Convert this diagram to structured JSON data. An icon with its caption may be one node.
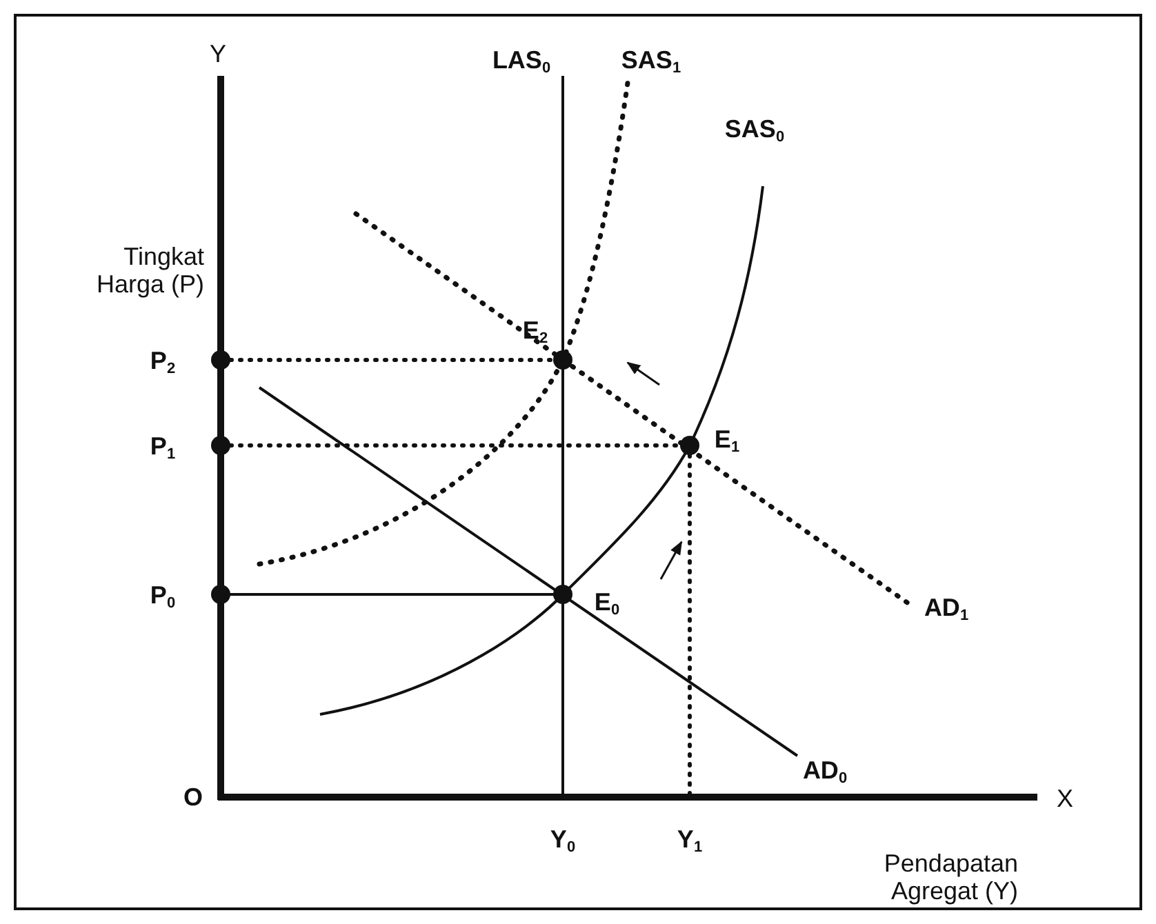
{
  "diagram": {
    "labels": [
      "Y",
      "LAS$_{0}$",
      "SAS$_{1}$",
      "SAS$_{0}$",
      "Tingkat Harga (P)",
      "E$_{2}$",
      "P$_{2}$",
      "P$_{1}$",
      "E$_{1}$",
      "P$_{0}$",
      "E$_{0}$",
      "AD$_{1}$",
      "AD$_{0}$",
      "O",
      "X",
      "Y$_{0}$",
      "Y$_{1}$",
      "Pendapatan Agregat (Y)"
    ]
  }
}
